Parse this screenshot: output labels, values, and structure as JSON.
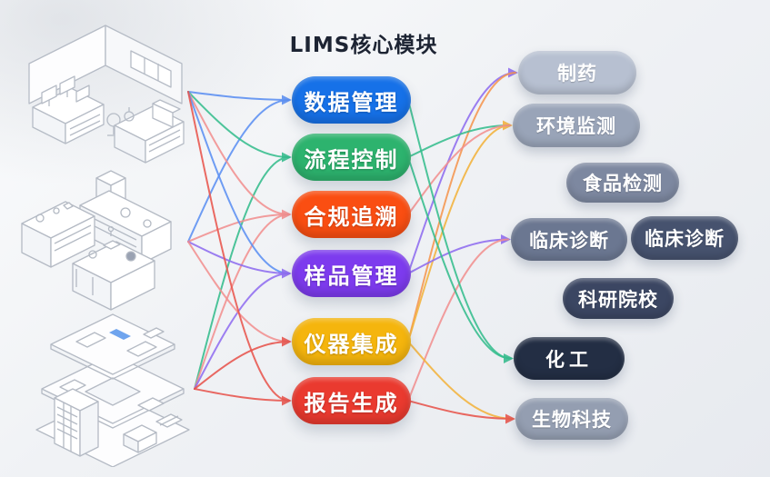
{
  "title": "LIMS核心模块",
  "modules": [
    {
      "id": "mod-1",
      "label": "数据管理",
      "color": "#1671e8"
    },
    {
      "id": "mod-2",
      "label": "流程控制",
      "color": "#2db36e"
    },
    {
      "id": "mod-3",
      "label": "合规追溯",
      "color": "#fa4e12"
    },
    {
      "id": "mod-4",
      "label": "样品管理",
      "color": "#7d3bee"
    },
    {
      "id": "mod-5",
      "label": "仪器集成",
      "color": "#f5b50d"
    },
    {
      "id": "mod-6",
      "label": "报告生成",
      "color": "#ea3a2f"
    }
  ],
  "industries": [
    {
      "id": "ind-1",
      "label": "制药",
      "color": "#b7c0d1"
    },
    {
      "id": "ind-2",
      "label": "环境监测",
      "color": "#99a4b8"
    },
    {
      "id": "ind-3",
      "label": "食品检测",
      "color": "#7d88a0"
    },
    {
      "id": "ind-4",
      "label": "临床诊断",
      "color": "#6b7791"
    },
    {
      "id": "ind-5",
      "label": "临床诊断",
      "color": "#46526e"
    },
    {
      "id": "ind-6",
      "label": "科研院校",
      "color": "#3b4662"
    },
    {
      "id": "ind-7",
      "label": "化工",
      "color": "#232e44"
    },
    {
      "id": "ind-8",
      "label": "生物科技",
      "color": "#949eb1"
    }
  ],
  "illustrations": [
    {
      "id": "ill-1",
      "name": "office-workstations"
    },
    {
      "id": "ill-2",
      "name": "laboratory-benches"
    },
    {
      "id": "ill-3",
      "name": "stacked-building-floors"
    }
  ],
  "connector_colors": {
    "blue": "#5b8ff2",
    "teal": "#35bd8d",
    "salmon": "#f19090",
    "red": "#e8554d",
    "purple": "#8f6df0",
    "orange": "#f5954f",
    "amber": "#f3b33c"
  },
  "connections": {
    "left": [
      {
        "from": "ill-1",
        "to": "mod-1",
        "color": "blue",
        "arrow": true
      },
      {
        "from": "ill-2",
        "to": "mod-1",
        "color": "blue",
        "arrow": false
      },
      {
        "from": "ill-1",
        "to": "mod-2",
        "color": "teal",
        "arrow": false
      },
      {
        "from": "ill-3",
        "to": "mod-2",
        "color": "teal",
        "arrow": true
      },
      {
        "from": "ill-1",
        "to": "mod-3",
        "color": "salmon",
        "arrow": false
      },
      {
        "from": "ill-2",
        "to": "mod-3",
        "color": "salmon",
        "arrow": true
      },
      {
        "from": "ill-3",
        "to": "mod-3",
        "color": "salmon",
        "arrow": false
      },
      {
        "from": "ill-1",
        "to": "mod-4",
        "color": "blue",
        "arrow": false
      },
      {
        "from": "ill-2",
        "to": "mod-4",
        "color": "purple",
        "arrow": true
      },
      {
        "from": "ill-3",
        "to": "mod-4",
        "color": "purple",
        "arrow": false
      },
      {
        "from": "ill-2",
        "to": "mod-5",
        "color": "salmon",
        "arrow": false
      },
      {
        "from": "ill-3",
        "to": "mod-5",
        "color": "red",
        "arrow": true
      },
      {
        "from": "ill-1",
        "to": "mod-6",
        "color": "red",
        "arrow": false
      },
      {
        "from": "ill-3",
        "to": "mod-6",
        "color": "red",
        "arrow": true
      }
    ],
    "right": [
      {
        "from": "mod-4",
        "to": "ind-1",
        "color": "purple",
        "arrow": true
      },
      {
        "from": "mod-5",
        "to": "ind-1",
        "color": "orange",
        "arrow": false
      },
      {
        "from": "mod-2",
        "to": "ind-2",
        "color": "teal",
        "arrow": false
      },
      {
        "from": "mod-5",
        "to": "ind-2",
        "color": "amber",
        "arrow": true
      },
      {
        "from": "mod-3",
        "to": "ind-2",
        "color": "salmon",
        "arrow": false
      },
      {
        "from": "mod-4",
        "to": "ind-4",
        "color": "purple",
        "arrow": true
      },
      {
        "from": "mod-6",
        "to": "ind-4",
        "color": "salmon",
        "arrow": false
      },
      {
        "from": "mod-2",
        "to": "ind-7",
        "color": "teal",
        "arrow": true
      },
      {
        "from": "mod-1",
        "to": "ind-7",
        "color": "teal",
        "arrow": false
      },
      {
        "from": "mod-5",
        "to": "ind-8",
        "color": "amber",
        "arrow": false
      },
      {
        "from": "mod-6",
        "to": "ind-8",
        "color": "red",
        "arrow": true
      }
    ]
  }
}
